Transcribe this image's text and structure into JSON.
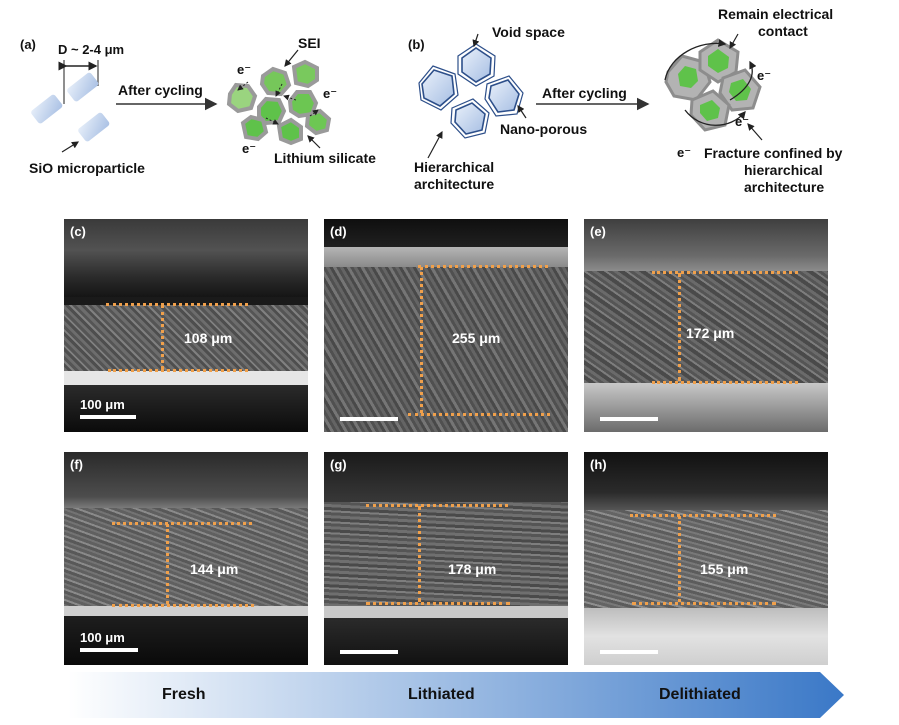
{
  "panel_a": {
    "letter": "(a)",
    "diameter_label": "D ~ 2-4 μm",
    "arrow_label": "After cycling",
    "particle_label": "SiO microparticle",
    "sei_label": "SEI",
    "silicate_label": "Lithium silicate",
    "electron": "e⁻"
  },
  "panel_b": {
    "letter": "(b)",
    "void_label": "Void space",
    "nano_label": "Nano-porous",
    "hier_label_1": "Hierarchical",
    "hier_label_2": "architecture",
    "arrow_label": "After cycling",
    "contact_label_1": "Remain electrical",
    "contact_label_2": "contact",
    "fracture_label_1": "Fracture confined by",
    "fracture_label_2": "hierarchical",
    "fracture_label_3": "architecture",
    "electron": "e⁻"
  },
  "sem_panels": [
    {
      "letter": "(c)",
      "thickness": "108 μm",
      "scale_text": "100 μm"
    },
    {
      "letter": "(d)",
      "thickness": "255 μm",
      "scale_text": ""
    },
    {
      "letter": "(e)",
      "thickness": "172 μm",
      "scale_text": ""
    },
    {
      "letter": "(f)",
      "thickness": "144 μm",
      "scale_text": "100 μm"
    },
    {
      "letter": "(g)",
      "thickness": "178 μm",
      "scale_text": ""
    },
    {
      "letter": "(h)",
      "thickness": "155 μm",
      "scale_text": ""
    }
  ],
  "bottom_arrow": {
    "stage_1": "Fresh",
    "stage_2": "Lithiated",
    "stage_3": "Delithiated",
    "gradient_start": "#ffffff",
    "gradient_end": "#3a78c7"
  },
  "colors": {
    "green": "#5fc24a",
    "orange_dots": "#f0a04b",
    "particle_blue": "#b9cdea"
  }
}
